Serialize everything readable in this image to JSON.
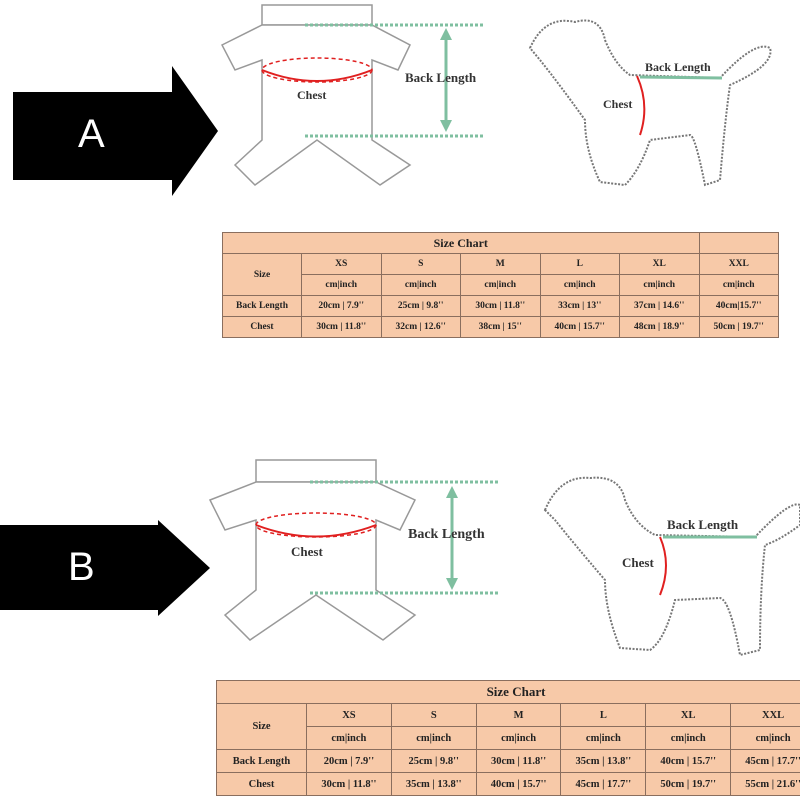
{
  "panels": [
    {
      "label": "A",
      "diagram": {
        "chest": "Chest",
        "back_length": "Back Length",
        "dog_chest": "Chest",
        "dog_back_length": "Back Length"
      },
      "table": {
        "title": "Size Chart",
        "row_header": "Size",
        "unit": "cm|inch",
        "sizes": [
          "XS",
          "S",
          "M",
          "L",
          "XL",
          "XXL"
        ],
        "rows": [
          {
            "label": "Back Length",
            "values": [
              "20cm | 7.9''",
              "25cm | 9.8''",
              "30cm | 11.8''",
              "33cm | 13''",
              "37cm | 14.6''",
              "40cm|15.7''"
            ]
          },
          {
            "label": "Chest",
            "values": [
              "30cm | 11.8''",
              "32cm | 12.6''",
              "38cm | 15''",
              "40cm | 15.7''",
              "48cm | 18.9''",
              "50cm | 19.7''"
            ]
          }
        ]
      }
    },
    {
      "label": "B",
      "diagram": {
        "chest": "Chest",
        "back_length": "Back Length",
        "dog_chest": "Chest",
        "dog_back_length": "Back Length"
      },
      "table": {
        "title": "Size Chart",
        "row_header": "Size",
        "unit": "cm|inch",
        "sizes": [
          "XS",
          "S",
          "M",
          "L",
          "XL",
          "XXL"
        ],
        "rows": [
          {
            "label": "Back Length",
            "values": [
              "20cm | 7.9''",
              "25cm | 9.8''",
              "30cm | 11.8''",
              "35cm | 13.8''",
              "40cm | 15.7''",
              "45cm | 17.7''"
            ]
          },
          {
            "label": "Chest",
            "values": [
              "30cm | 11.8''",
              "35cm | 13.8''",
              "40cm | 15.7''",
              "45cm | 17.7''",
              "50cm | 19.7''",
              "55cm | 21.6''"
            ]
          }
        ]
      }
    }
  ],
  "colors": {
    "arrow": "#000000",
    "table_bg": "#f7c9a8",
    "chest_line": "#e02020",
    "measure_line": "#7fbfa0"
  }
}
